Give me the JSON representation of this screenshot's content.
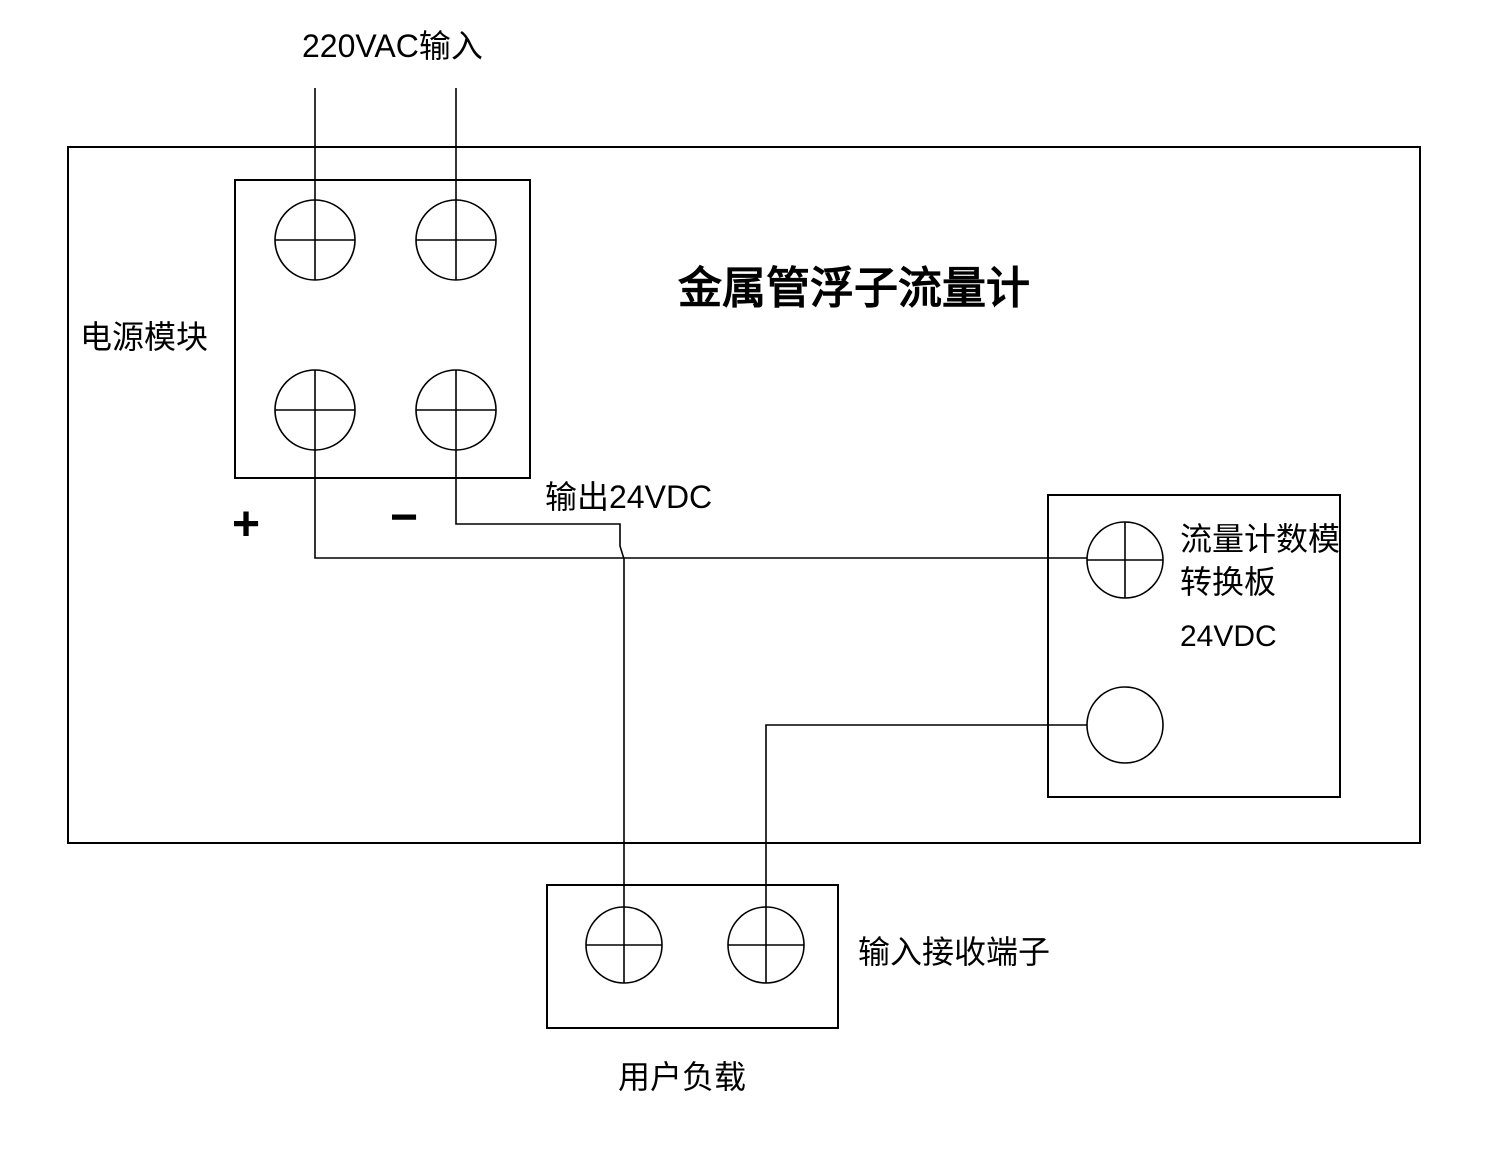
{
  "title": "金属管浮子流量计",
  "labels": {
    "ac_input": "220VAC输入",
    "power_module": "电源模块",
    "plus_sign": "+",
    "minus_sign": "−",
    "dc_output": "输出24VDC",
    "flow_board_name_line1": "流量计数模",
    "flow_board_name_line2": "转换板",
    "flow_board_voltage": "24VDC",
    "input_terminals": "输入接收端子",
    "user_load": "用户负载"
  },
  "colors": {
    "line": "#000000",
    "background": "#ffffff"
  }
}
